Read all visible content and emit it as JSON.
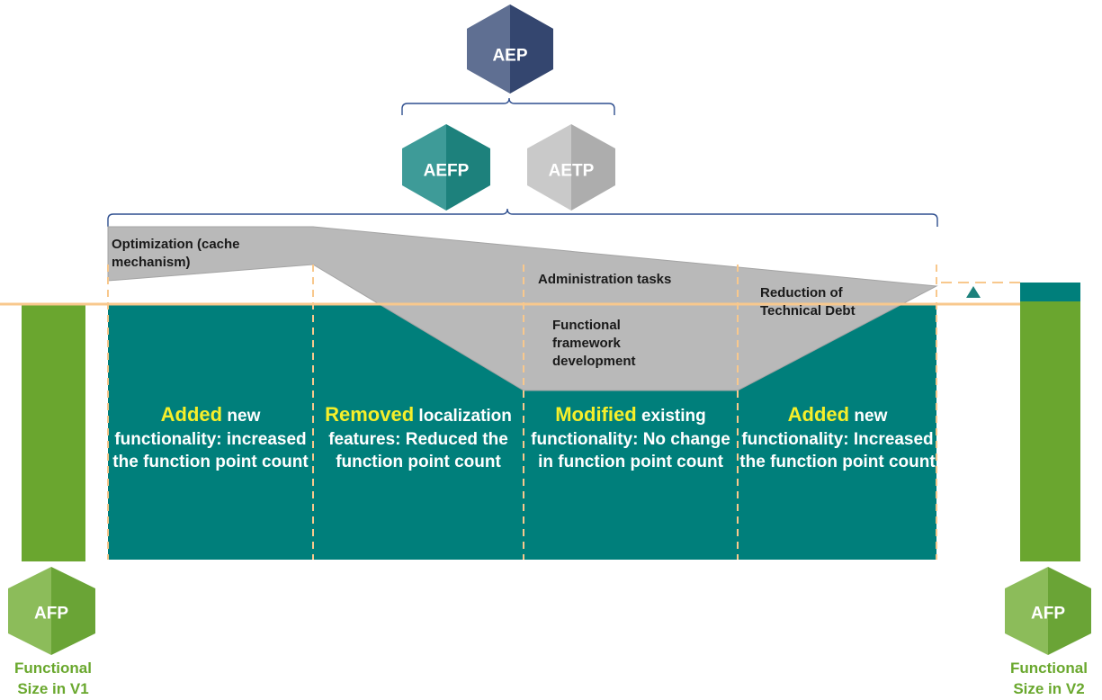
{
  "hexagons": {
    "aep": {
      "label": "AEP",
      "color_left": "#5f6f92",
      "color_right": "#34466f"
    },
    "aefp": {
      "label": "AEFP",
      "color_left": "#3e9b98",
      "color_right": "#1d817c"
    },
    "aetp": {
      "label": "AETP",
      "color_left": "#c9c9c9",
      "color_right": "#adadad"
    },
    "afp_left": {
      "label": "AFP",
      "color_left": "#8cbc5a",
      "color_right": "#6aa436"
    },
    "afp_right": {
      "label": "AFP",
      "color_left": "#8cbc5a",
      "color_right": "#6aa436"
    }
  },
  "technical_areas": {
    "optimization": "Optimization (cache mechanism)",
    "administration": "Administration tasks",
    "framework": "Functional framework development",
    "technical_debt": "Reduction of Technical Debt"
  },
  "segments": [
    {
      "keyword": "Added",
      "text": "new functionality: increased the function point count"
    },
    {
      "keyword": "Removed",
      "text": "localization features: Reduced the function point count"
    },
    {
      "keyword": "Modified",
      "text": "existing functionality: No change in function point count"
    },
    {
      "keyword": "Added",
      "text": "new functionality: Increased the function point count"
    }
  ],
  "captions": {
    "v1": "Functional Size in V1",
    "v2": "Functional Size in V2"
  },
  "colors": {
    "teal": "#007f7b",
    "grey": "#b9b9b9",
    "green": "#6aa62f",
    "keyword_yellow": "#f6ef2a",
    "baseline_orange": "#f8c88d",
    "bracket_blue": "#2f4f8f",
    "caption_green": "#6aa82e"
  }
}
